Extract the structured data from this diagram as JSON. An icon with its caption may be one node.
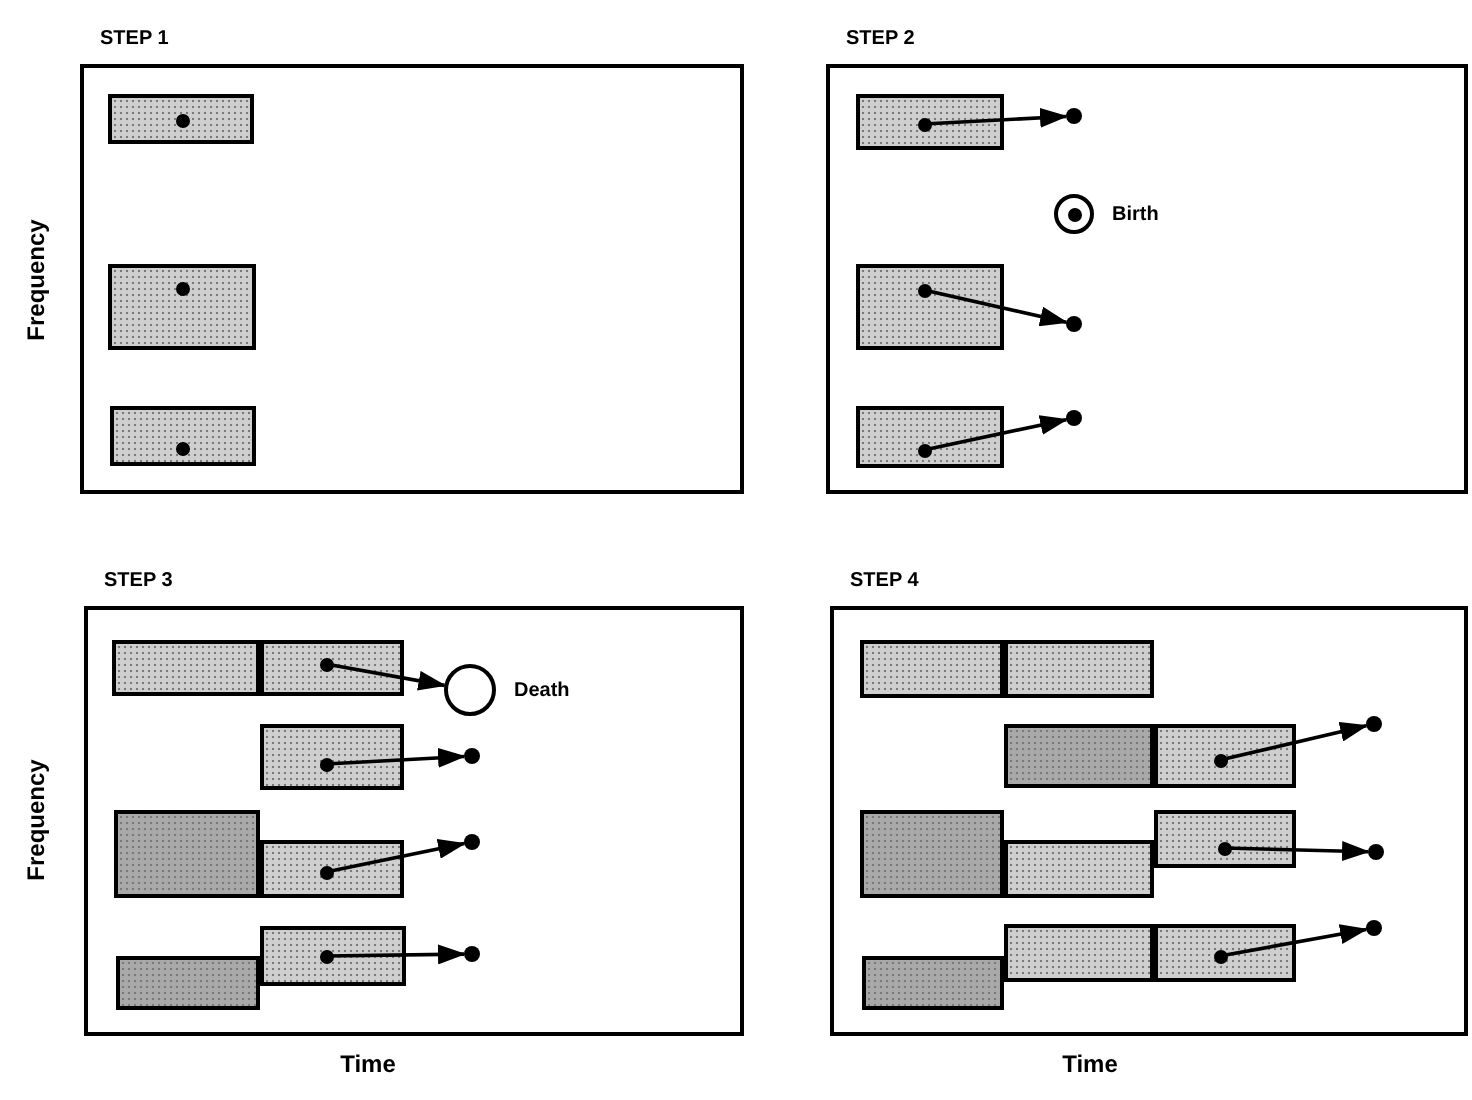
{
  "diagram": {
    "nodes": [
      {
        "text": [
          "STEP 1"
        ]
      },
      {
        "text": [],
        "shape": "box",
        "in": 0
      },
      {
        "text": [],
        "shape": "box",
        "in": 0
      },
      {
        "text": [],
        "shape": "box",
        "in": 0
      },
      {
        "text": [
          "STEP 2"
        ]
      },
      {
        "text": [],
        "shape": "box",
        "in": 4
      },
      {
        "text": [],
        "shape": "dot",
        "in": 4
      },
      {
        "text": [],
        "shape": "circle",
        "in": 4,
        "beside": [
          "Birth"
        ]
      },
      {
        "text": [],
        "shape": "box",
        "in": 4
      },
      {
        "text": [],
        "shape": "dot",
        "in": 4
      },
      {
        "text": [],
        "shape": "box",
        "in": 4
      },
      {
        "text": [],
        "shape": "dot",
        "in": 4
      },
      {
        "text": [
          "STEP 3"
        ]
      },
      {
        "text": [],
        "shape": "box",
        "in": 12
      },
      {
        "text": [],
        "shape": "box",
        "in": 12
      },
      {
        "text": [],
        "shape": "circle",
        "in": 12,
        "beside": [
          "Death"
        ]
      },
      {
        "text": [],
        "shape": "box",
        "in": 12
      },
      {
        "text": [],
        "shape": "dot",
        "in": 12
      },
      {
        "text": [],
        "shape": "box",
        "in": 12
      },
      {
        "text": [],
        "shape": "box",
        "in": 12
      },
      {
        "text": [],
        "shape": "dot",
        "in": 12
      },
      {
        "text": [],
        "shape": "box",
        "in": 12
      },
      {
        "text": [],
        "shape": "box",
        "in": 12
      },
      {
        "text": [],
        "shape": "dot",
        "in": 12
      },
      {
        "text": [
          "STEP 4"
        ]
      },
      {
        "text": [],
        "shape": "box",
        "in": 24
      },
      {
        "text": [],
        "shape": "box",
        "in": 24
      },
      {
        "text": [],
        "shape": "box",
        "in": 24
      },
      {
        "text": [],
        "shape": "box",
        "in": 24
      },
      {
        "text": [],
        "shape": "dot",
        "in": 24
      },
      {
        "text": [],
        "shape": "box",
        "in": 24
      },
      {
        "text": [],
        "shape": "box",
        "in": 24
      },
      {
        "text": [],
        "shape": "box",
        "in": 24
      },
      {
        "text": [],
        "shape": "dot",
        "in": 24
      },
      {
        "text": [],
        "shape": "box",
        "in": 24
      },
      {
        "text": [],
        "shape": "box",
        "in": 24
      },
      {
        "text": [],
        "shape": "box",
        "in": 24
      },
      {
        "text": [],
        "shape": "dot",
        "in": 24
      }
    ],
    "edges": [
      {
        "from": 5,
        "to": 6,
        "arrow": "to"
      },
      {
        "from": 8,
        "to": 9,
        "arrow": "to"
      },
      {
        "from": 10,
        "to": 11,
        "arrow": "to"
      },
      {
        "from": 14,
        "to": 15,
        "arrow": "to"
      },
      {
        "from": 16,
        "to": 17,
        "arrow": "to"
      },
      {
        "from": 19,
        "to": 20,
        "arrow": "to"
      },
      {
        "from": 22,
        "to": 23,
        "arrow": "to"
      },
      {
        "from": 28,
        "to": 29,
        "arrow": "to"
      },
      {
        "from": 32,
        "to": 33,
        "arrow": "to"
      },
      {
        "from": 36,
        "to": 37,
        "arrow": "to"
      }
    ],
    "labels": [
      "Frequency",
      "Frequency",
      "Time",
      "Time"
    ]
  }
}
